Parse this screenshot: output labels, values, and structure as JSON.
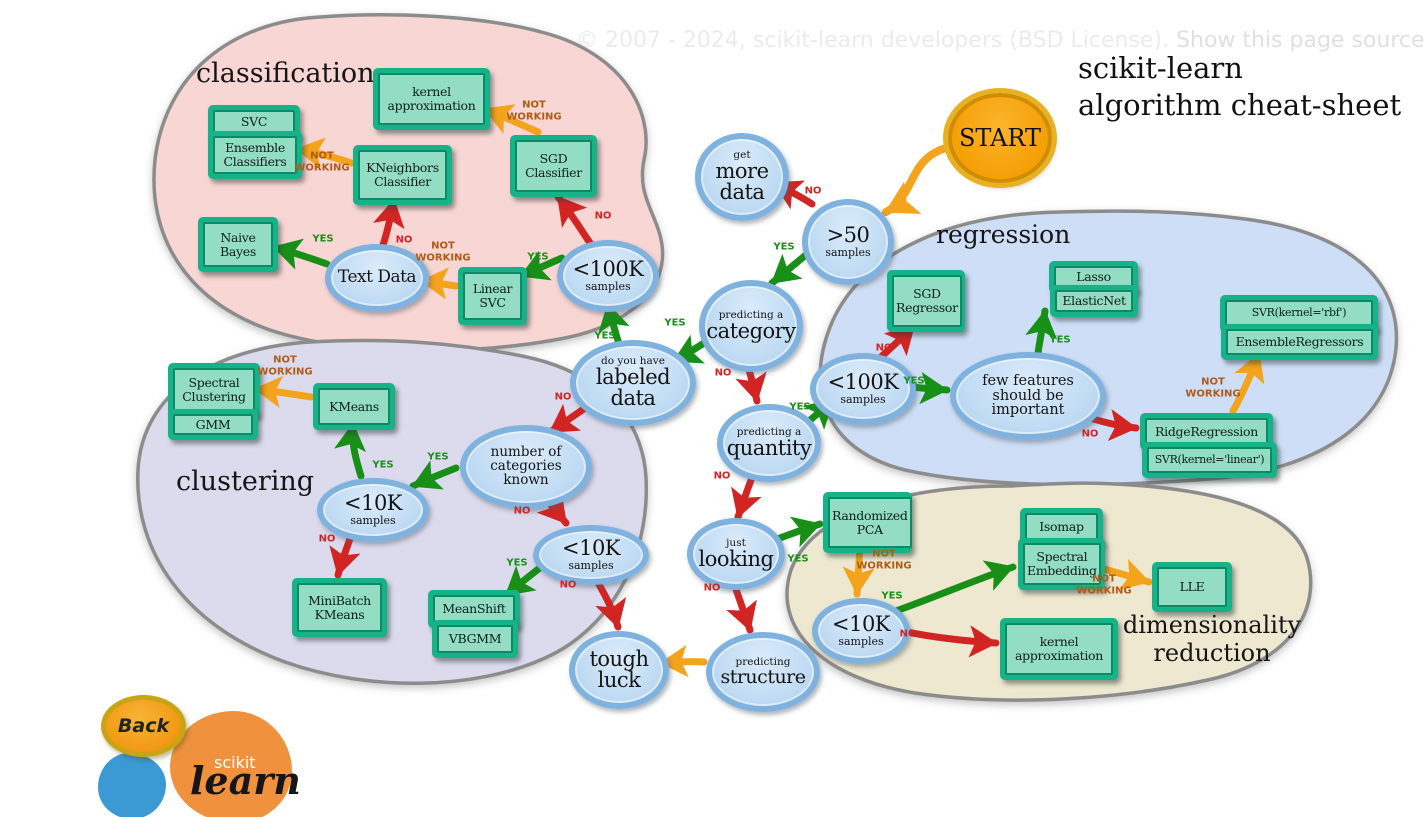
{
  "page": {
    "watermark_text": "© 2007 - 2024, scikit-learn developers (BSD License).",
    "watermark_link": "Show this page source",
    "title_line1": "scikit-learn",
    "title_line2": "algorithm cheat-sheet"
  },
  "start_label": "START",
  "regions": {
    "classification": "classification",
    "regression": "regression",
    "clustering": "clustering",
    "dimred_line1": "dimensionality",
    "dimred_line2": "reduction"
  },
  "labels": {
    "yes": "YES",
    "no": "NO",
    "not_working": "NOT WORKING"
  },
  "decisions": {
    "more_data": {
      "top": "get",
      "main": "more data"
    },
    "gt50": {
      "main": ">50",
      "sub": "samples"
    },
    "category": {
      "top": "predicting a",
      "main": "category"
    },
    "labeled": {
      "top": "do you have",
      "main": "labeled data"
    },
    "quantity": {
      "top": "predicting a",
      "main": "quantity"
    },
    "looking": {
      "top": "just",
      "main": "looking"
    },
    "structure": {
      "top": "predicting",
      "main": "structure"
    },
    "tough_luck": {
      "main": "tough luck"
    },
    "lt100k_clf": {
      "main": "<100K",
      "sub": "samples"
    },
    "text_data": {
      "main": "Text Data"
    },
    "num_categories": {
      "main": "number of categories known"
    },
    "lt10k_left": {
      "main": "<10K",
      "sub": "samples"
    },
    "lt10k_right": {
      "main": "<10K",
      "sub": "samples"
    },
    "lt100k_reg": {
      "main": "<100K",
      "sub": "samples"
    },
    "few_features": {
      "main": "few features should be important"
    },
    "lt10k_dimred": {
      "main": "<10K",
      "sub": "samples"
    }
  },
  "estimators": {
    "kernel_approx_clf": "kernel approximation",
    "svc": "SVC",
    "ensemble_classifiers": "Ensemble Classifiers",
    "kneighbors": "KNeighbors Classifier",
    "sgd_classifier": "SGD Classifier",
    "naive_bayes": "Naive Bayes",
    "linear_svc": "Linear SVC",
    "sgd_regressor": "SGD Regressor",
    "lasso": "Lasso",
    "elasticnet": "ElasticNet",
    "svr_rbf": "SVR(kernel='rbf')",
    "ensemble_regressors": "EnsembleRegressors",
    "ridge": "RidgeRegression",
    "svr_linear": "SVR(kernel='linear')",
    "spectral_clustering": "Spectral Clustering",
    "gmm": "GMM",
    "kmeans": "KMeans",
    "minibatch_kmeans": "MiniBatch KMeans",
    "meanshift": "MeanShift",
    "vbgmm": "VBGMM",
    "randomized_pca": "Randomized PCA",
    "isomap": "Isomap",
    "spectral_embedding": "Spectral Embedding",
    "lle": "LLE",
    "kernel_approx_dimred": "kernel approximation"
  },
  "footer": {
    "back": "Back",
    "logo_top": "scikit",
    "logo_bottom": "learn"
  },
  "colors": {
    "yes_green": "#189018",
    "no_red": "#d32424",
    "not_working_orange": "#b05a14",
    "arrow_orange": "#f4a31c",
    "box_green": "#17b287",
    "box_inner": "#93ddc4",
    "node_blue_fill": "#bcd9f2",
    "node_blue_border": "#7fb2de",
    "start_orange": "#f59e05",
    "blob_classification": "#f8d6d4",
    "blob_regression": "#cedef7",
    "blob_clustering": "#dcdbee",
    "blob_dimred": "#eee8d1",
    "logo_blue": "#3b99d4",
    "logo_orange": "#f0923d"
  }
}
